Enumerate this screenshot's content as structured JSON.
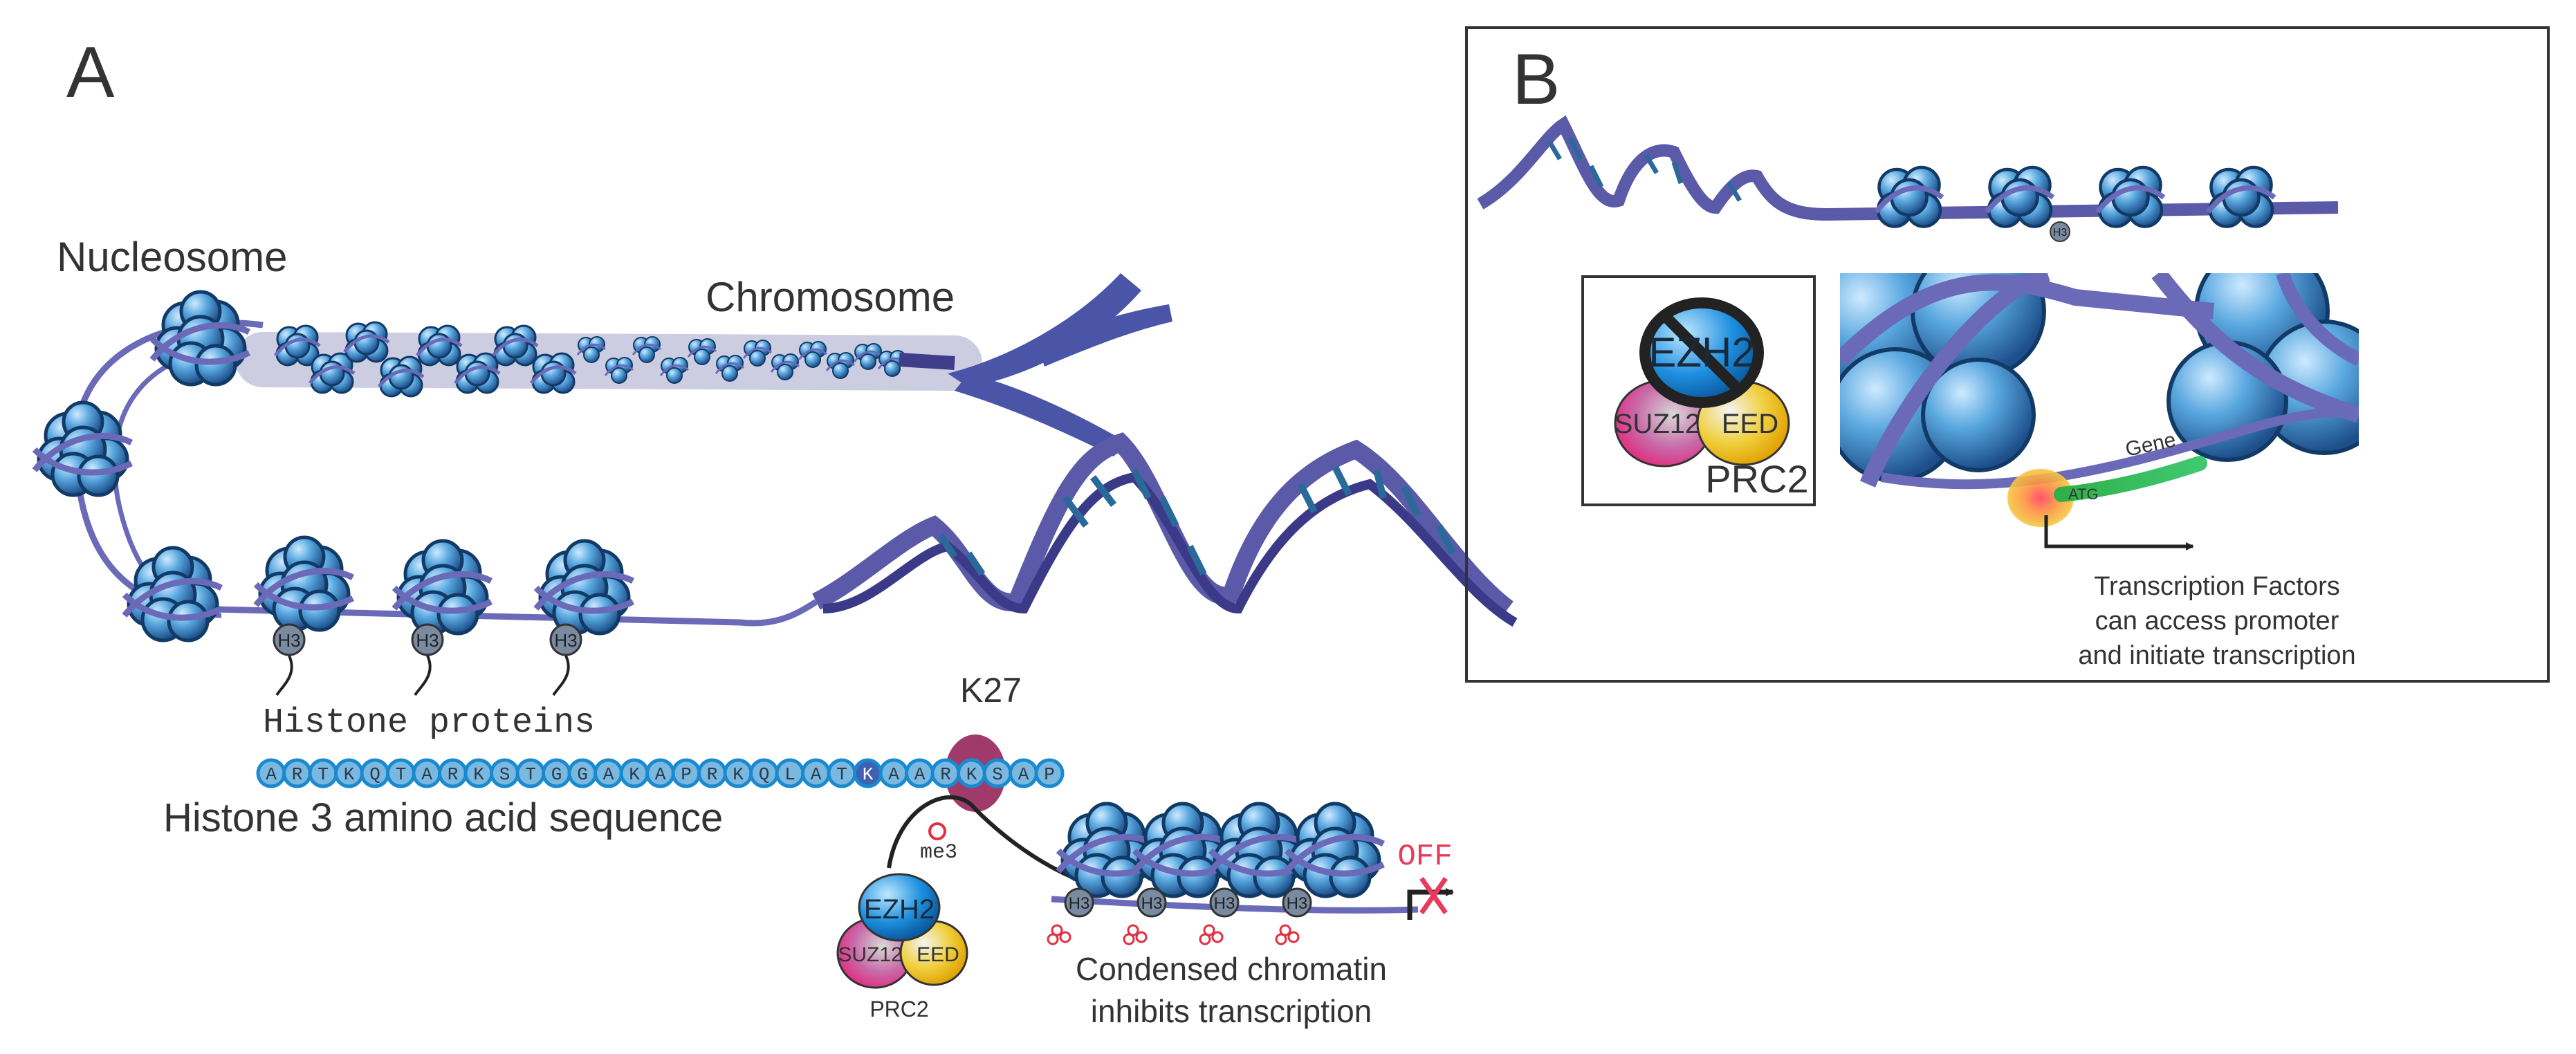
{
  "panels": [
    {
      "letter": "A"
    },
    {
      "letter": "B"
    }
  ],
  "panel_a": {
    "nucleosome_label": "Nucleosome",
    "chromosome_label": "Chromosome",
    "histone_proteins_label": "Histone proteins",
    "h3_tag": "H3",
    "k27_label": "K27",
    "sequence": [
      "A",
      "R",
      "T",
      "K",
      "Q",
      "T",
      "A",
      "R",
      "K",
      "S",
      "T",
      "G",
      "G",
      "A",
      "K",
      "A",
      "P",
      "R",
      "K",
      "Q",
      "L",
      "A",
      "T",
      "K",
      "A",
      "A",
      "R",
      "K",
      "S",
      "A",
      "P"
    ],
    "highlighted_residue": "K",
    "sequence_label": "Histone 3 amino acid sequence",
    "me3_label": "me3",
    "prc2": {
      "ezh2": "EZH2",
      "suz12": "SUZ12",
      "eed": "EED",
      "name": "PRC2"
    },
    "off_label": "OFF",
    "condensed_line1": "Condensed chromatin",
    "condensed_line2": "inhibits transcription"
  },
  "panel_b": {
    "prc2": {
      "ezh2": "EZH2",
      "suz12": "SUZ12",
      "eed": "EED",
      "name": "PRC2"
    },
    "h3_tag": "H3",
    "gene_label": "Gene",
    "atg_label": "ATG",
    "tf_line1": "Transcription Factors",
    "tf_line2": "can access promoter",
    "tf_line3": "and initiate transcription"
  },
  "colors": {
    "dna": "#6a6ab8",
    "dna_dark": "#3e3e8a",
    "histone": "#4a90c8",
    "histone_light": "#8cc8f0",
    "chromosome": "#4a55a8",
    "seq_bead": "#5fb0e0",
    "k27_highlight": "#a03a6a",
    "off_red": "#e83a5a",
    "gene_green": "#3cc060",
    "promoter_yellow": "#f0e040",
    "ezh2_blue": "#1e90e0",
    "suz12_pink": "#e83a8a",
    "eed_yellow": "#f0c020"
  }
}
